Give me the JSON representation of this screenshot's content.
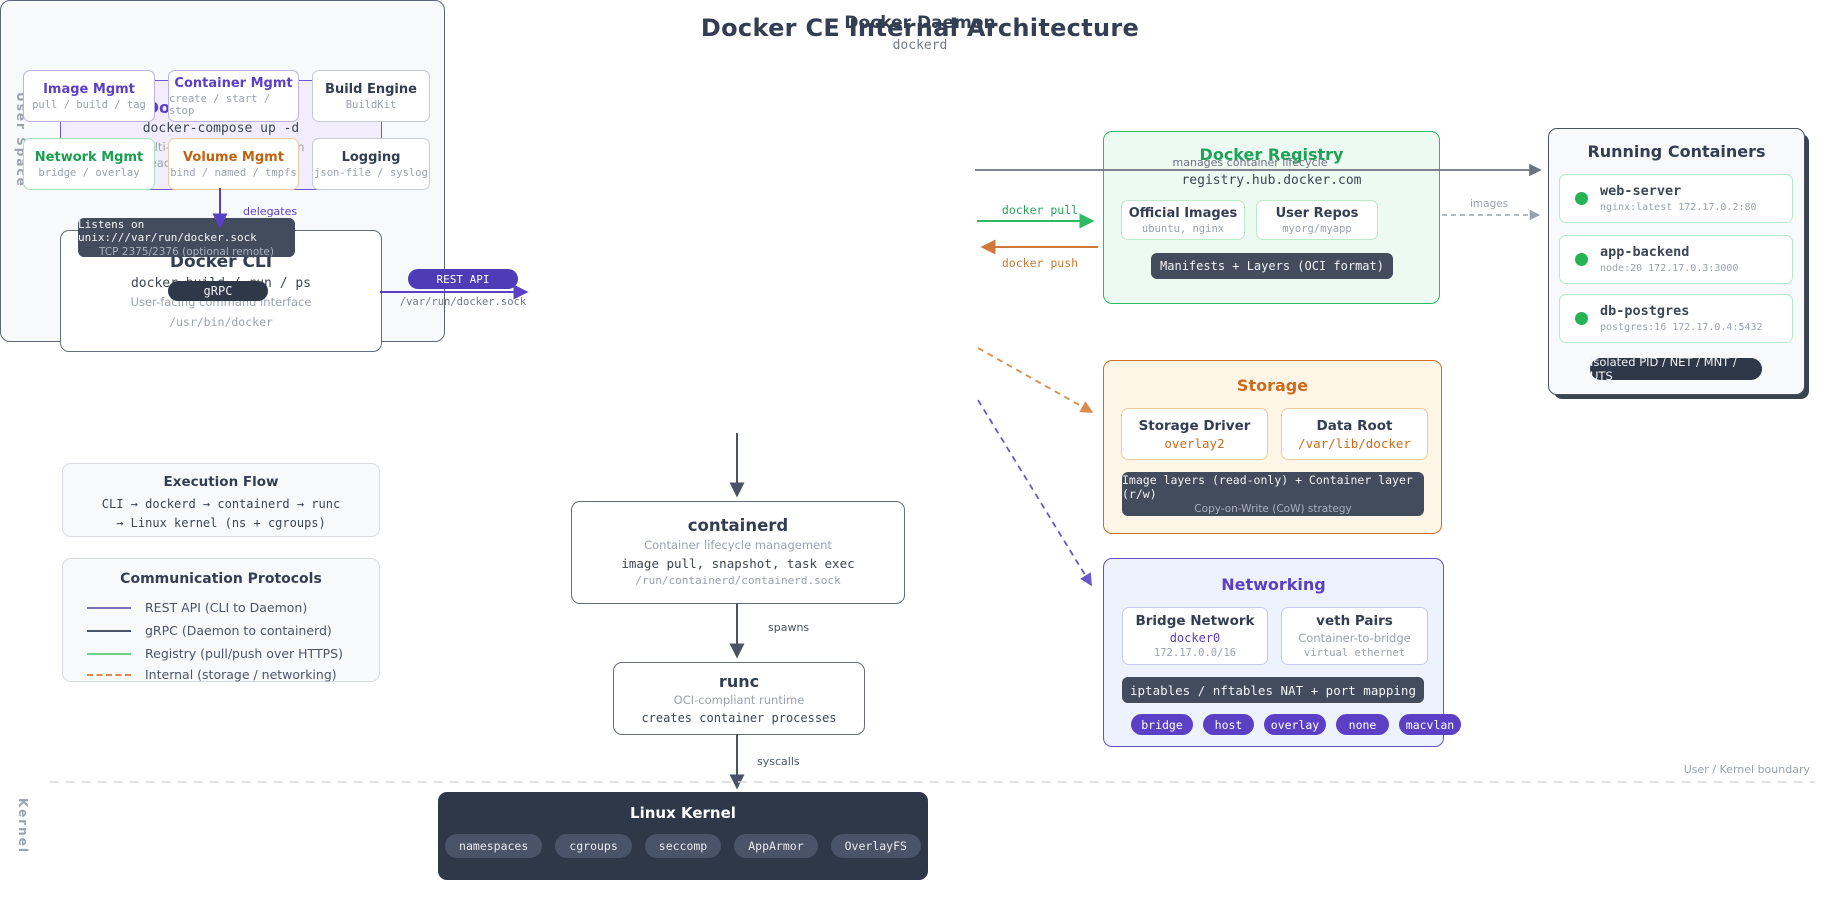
{
  "title": "Docker CE Internal Architecture",
  "side_labels": {
    "user_space": "User Space",
    "kernel": "Kernel"
  },
  "compose": {
    "title": "Docker Compose",
    "cmd": "docker-compose up -d",
    "line1": "Multi-container orchestration",
    "line2": "Reads docker-compose.yml"
  },
  "cli": {
    "title": "Docker CLI",
    "cmd": "docker build / run / ps",
    "line1": "User-facing command interface",
    "path": "/usr/bin/docker"
  },
  "edges": {
    "delegates": "delegates",
    "rest_api": "REST API",
    "rest_path": "/var/run/docker.sock",
    "manages": "manages container lifecycle",
    "pull": "docker pull",
    "push": "docker push",
    "images": "images",
    "spawns": "spawns",
    "syscalls": "syscalls",
    "boundary": "User / Kernel boundary"
  },
  "daemon": {
    "title": "Docker Daemon",
    "subtitle": "dockerd",
    "modules": [
      {
        "title": "Image Mgmt",
        "sub": "pull / build / tag"
      },
      {
        "title": "Container Mgmt",
        "sub": "create / start / stop"
      },
      {
        "title": "Build Engine",
        "sub": "BuildKit"
      },
      {
        "title": "Network Mgmt",
        "sub": "bridge / overlay"
      },
      {
        "title": "Volume Mgmt",
        "sub": "bind / named / tmpfs"
      },
      {
        "title": "Logging",
        "sub": "json-file / syslog"
      }
    ],
    "listen": {
      "line1": "Listens on unix:///var/run/docker.sock",
      "line2": "TCP 2375/2376 (optional remote)"
    },
    "grpc": "gRPC"
  },
  "containerd": {
    "title": "containerd",
    "desc": "Container lifecycle management",
    "ops": "image pull, snapshot, task exec",
    "sock": "/run/containerd/containerd.sock"
  },
  "runc": {
    "title": "runc",
    "desc": "OCI-compliant runtime",
    "ops": "creates container processes"
  },
  "kernel_box": {
    "title": "Linux Kernel",
    "features": [
      "namespaces",
      "cgroups",
      "seccomp",
      "AppArmor",
      "OverlayFS"
    ]
  },
  "registry": {
    "title": "Docker Registry",
    "url": "registry.hub.docker.com",
    "official": {
      "title": "Official Images",
      "sub": "ubuntu, nginx"
    },
    "repos": {
      "title": "User Repos",
      "sub": "myorg/myapp"
    },
    "manifest": "Manifests + Layers (OCI format)"
  },
  "containers": {
    "title": "Running Containers",
    "items": [
      {
        "name": "web-server",
        "detail": "nginx:latest 172.17.0.2:80"
      },
      {
        "name": "app-backend",
        "detail": "node:20 172.17.0.3:3000"
      },
      {
        "name": "db-postgres",
        "detail": "postgres:16 172.17.0.4:5432"
      }
    ],
    "isolated": "Isolated PID / NET / MNT / UTS"
  },
  "storage": {
    "title": "Storage",
    "driver": {
      "title": "Storage Driver",
      "value": "overlay2"
    },
    "root": {
      "title": "Data Root",
      "value": "/var/lib/docker"
    },
    "layers": {
      "line1": "Image layers (read-only) + Container layer (r/w)",
      "line2": "Copy-on-Write (CoW) strategy"
    }
  },
  "networking": {
    "title": "Networking",
    "bridge": {
      "title": "Bridge Network",
      "value": "docker0",
      "sub": "172.17.0.0/16"
    },
    "veth": {
      "title": "veth Pairs",
      "line1": "Container-to-bridge",
      "line2": "virtual ethernet"
    },
    "nat": "iptables / nftables NAT + port mapping",
    "drivers": [
      "bridge",
      "host",
      "overlay",
      "none",
      "macvlan"
    ]
  },
  "execution": {
    "title": "Execution Flow",
    "line1": "CLI → dockerd → containerd → runc",
    "line2": "→ Linux kernel (ns + cgroups)"
  },
  "protocols": {
    "title": "Communication Protocols",
    "items": [
      {
        "label": "REST API (CLI to Daemon)"
      },
      {
        "label": "gRPC (Daemon to containerd)"
      },
      {
        "label": "Registry (pull/push over HTTPS)"
      },
      {
        "label": "Internal (storage / networking)"
      }
    ]
  },
  "colors": {
    "purple": "#5b3fc4",
    "green": "#2eb965",
    "orange": "#cc6b1d",
    "slate": "#343e52",
    "dark_box": "#2f3848",
    "dark_bar": "#434c5c"
  }
}
